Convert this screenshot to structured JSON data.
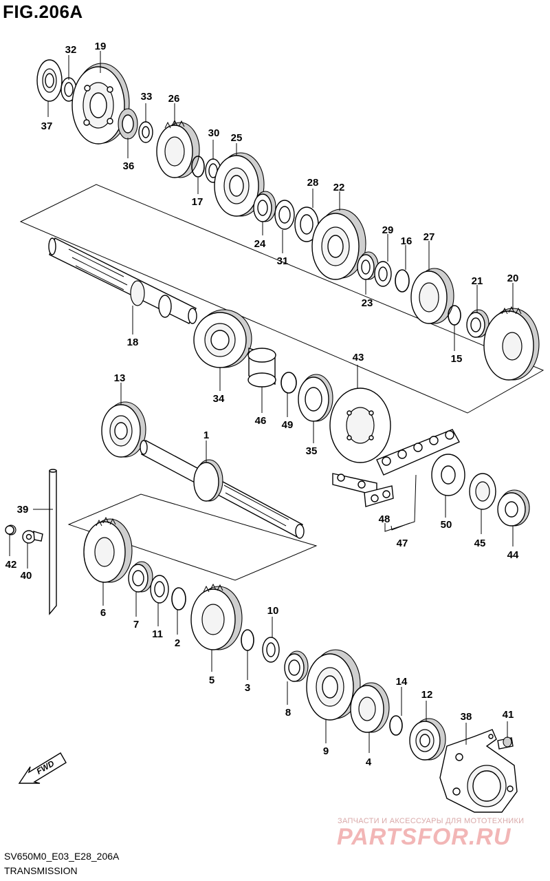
{
  "figure": {
    "title": "FIG.206A"
  },
  "footer": {
    "code": "SV650M0_E03_E28_206A",
    "name": "TRANSMISSION"
  },
  "direction_badge": {
    "text": "FWD"
  },
  "watermark": {
    "caption": "ЗАПЧАСТИ И АКСЕССУАРЫ ДЛЯ МОТОТЕХНИКИ",
    "logo": "PARTSFOR.RU",
    "color": "#f2b6b6"
  },
  "callouts": {
    "c1": "1",
    "c2": "2",
    "c3": "3",
    "c4": "4",
    "c5": "5",
    "c6": "6",
    "c7": "7",
    "c8": "8",
    "c9": "9",
    "c10": "10",
    "c11": "11",
    "c12": "12",
    "c13": "13",
    "c14": "14",
    "c15": "15",
    "c16": "16",
    "c17": "17",
    "c18": "18",
    "c19": "19",
    "c20": "20",
    "c21": "21",
    "c22": "22",
    "c23": "23",
    "c24": "24",
    "c25": "25",
    "c26": "26",
    "c27": "27",
    "c28": "28",
    "c29": "29",
    "c30": "30",
    "c31": "31",
    "c32": "32",
    "c33": "33",
    "c34": "34",
    "c35": "35",
    "c36": "36",
    "c37": "37",
    "c38": "38",
    "c39": "39",
    "c40": "40",
    "c41": "41",
    "c42": "42",
    "c43": "43",
    "c44": "44",
    "c45": "45",
    "c46": "46",
    "c47": "47",
    "c48": "48",
    "c49": "49",
    "c50": "50"
  }
}
